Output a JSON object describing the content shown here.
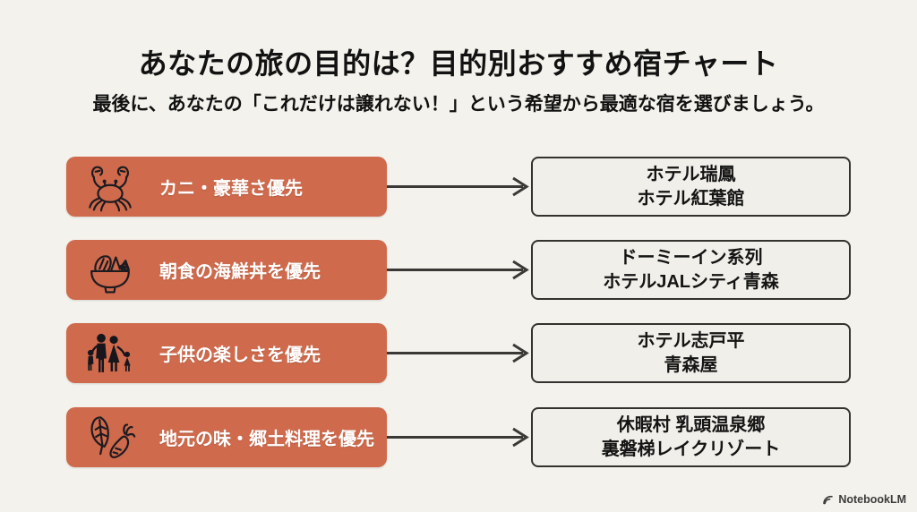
{
  "page": {
    "title": "あなたの旅の目的は？目的別おすすめ宿チャート",
    "subtitle": "最後に、あなたの「これだけは譲れない！」という希望から最適な宿を選びましょう。"
  },
  "colors": {
    "background": "#f3f2ec",
    "goal_box": "#cf6a4c",
    "goal_text": "#ffffff",
    "hotel_box_bg": "#f1efe9",
    "hotel_box_border": "#33322e",
    "hotel_text": "#141414",
    "arrow": "#3a3936",
    "icon_stroke": "#1c1b20"
  },
  "rows": [
    {
      "icon": "crab-icon",
      "label": "カニ・豪華さ優先",
      "hotels": [
        "ホテル瑞鳳",
        "ホテル紅葉館"
      ]
    },
    {
      "icon": "seafood-bowl-icon",
      "label": "朝食の海鮮丼を優先",
      "hotels": [
        "ドーミーイン系列",
        "ホテルJALシティ青森"
      ]
    },
    {
      "icon": "family-icon",
      "label": "子供の楽しさを優先",
      "hotels": [
        "ホテル志戸平",
        "青森屋"
      ]
    },
    {
      "icon": "vegetables-icon",
      "label": "地元の味・郷土料理を優先",
      "hotels": [
        "休暇村 乳頭温泉郷",
        "裏磐梯レイクリゾート"
      ]
    }
  ],
  "footer": {
    "brand": "NotebookLM"
  }
}
